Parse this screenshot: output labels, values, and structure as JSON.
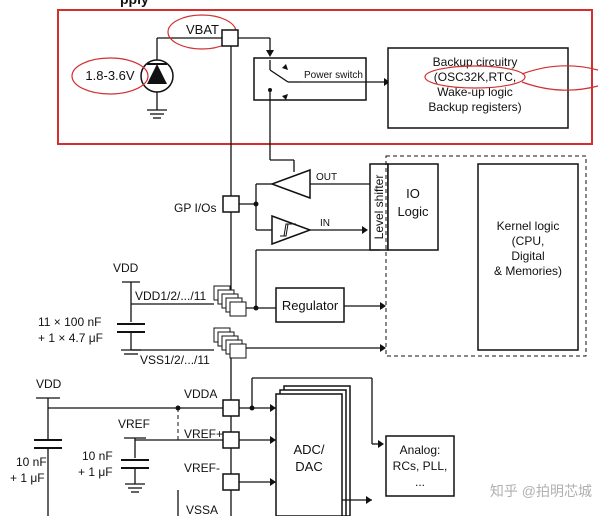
{
  "header": {
    "partial_title": "pply"
  },
  "backup_domain": {
    "vbat_label": "VBAT",
    "battery_voltage": "1.8-3.6V",
    "power_switch_label": "Power switch",
    "backup_box_lines": [
      "Backup circuitry",
      "(OSC32K,RTC,",
      "Wake-up logic",
      "Backup registers)"
    ],
    "highlight_color": "#d32f2f"
  },
  "io": {
    "gpio_label": "GP I/Os",
    "out_label": "OUT",
    "in_label": "IN",
    "level_shifter_label": "Level shifter",
    "io_logic_lines": [
      "IO",
      "Logic"
    ]
  },
  "kernel": {
    "lines": [
      "Kernel logic",
      "(CPU,",
      "Digital",
      "& Memories)"
    ]
  },
  "power": {
    "vdd_top": "VDD",
    "vdd_pins": "VDD1/2/.../11",
    "cap_line1": "11 × 100 nF",
    "cap_line2": "+ 1 × 4.7 μF",
    "vss_pins": "VSS1/2/.../11",
    "regulator_label": "Regulator"
  },
  "analog": {
    "vdd_label": "VDD",
    "vdda_label": "VDDA",
    "vref_label": "VREF",
    "vref_plus": "VREF+",
    "vref_minus": "VREF-",
    "vssa_label": "VSSA",
    "cap_left_line1": "10 nF",
    "cap_left_line2": "+ 1 μF",
    "cap_mid_line1": "10 nF",
    "cap_mid_line2": "+ 1 μF",
    "adc_lines": [
      "ADC/",
      "DAC"
    ],
    "analog_lines": [
      "Analog:",
      "RCs, PLL,",
      "..."
    ]
  },
  "watermark": "知乎 @拍明芯城"
}
